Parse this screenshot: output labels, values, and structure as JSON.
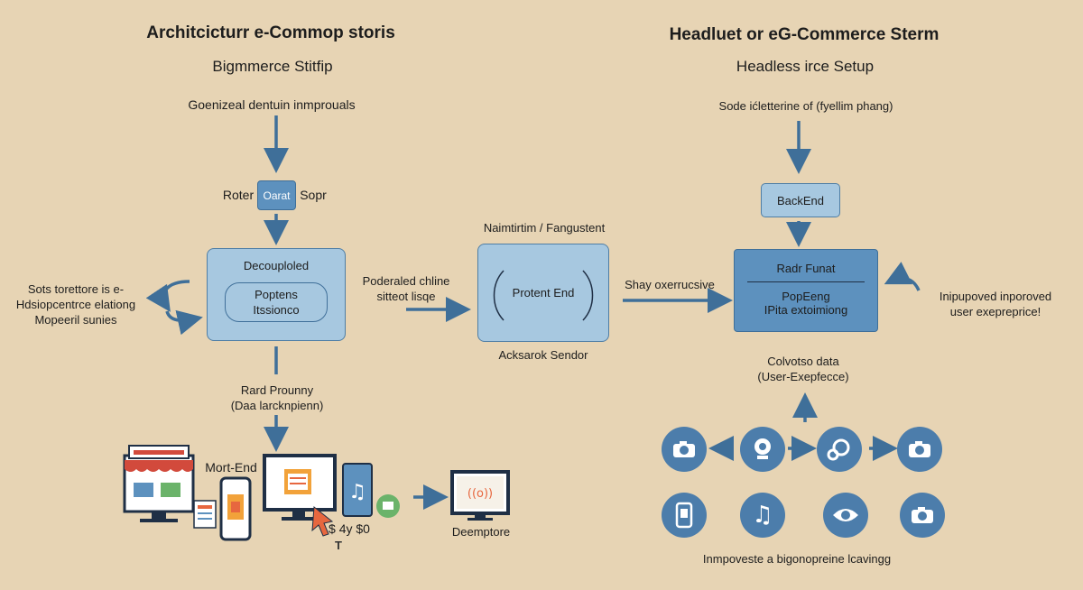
{
  "left": {
    "title": "Architcicturr e-Commop storis",
    "subtitle": "Bigmmerce Stitfip",
    "top_label": "Goenizeal dentuin inmprouals",
    "roter": "Roter",
    "oarat": "Oarat",
    "sopr": "Sopr",
    "decoupled_title": "Decouploled",
    "decoupled_inner": [
      "Poptens",
      "Itssionco"
    ],
    "side_text": [
      "Sots torettore is e-",
      "Hdsiopcentrce elationg",
      "Mopeeril sunies"
    ],
    "rard_label": [
      "Rard Prounny",
      "(Daa larcknpienn)"
    ],
    "mort_end": "Mort-End",
    "price": "$ 4y $0",
    "cursor_mark": "T",
    "desk": "Deemptore"
  },
  "middle": {
    "top_label": "Naimtirtim / Fangustent",
    "side_text": [
      "Poderaled chline",
      "sitteot lisqe"
    ],
    "frontend": "Protent End",
    "bottom_label": "Acksarok Sendor",
    "shay": "Shay oxerrucsive"
  },
  "right": {
    "title": "Headluet or eG-Commerce Sterm",
    "subtitle": "Headless irce Setup",
    "top_label": "Sode ićletterine of (fyellim phang)",
    "backend": "BackEnd",
    "box_title": "Radr Funat",
    "box_lines": [
      "PopEeng",
      "IPita extoimiong"
    ],
    "side_text": [
      "Inipupoved inporoved",
      "user exepreprice!"
    ],
    "colvotso": [
      "Colvotso data",
      "(User-Exepfecce)"
    ],
    "bottom": "Inmpoveste a bigonopreine lcavingg"
  },
  "colors": {
    "background": "#e7d4b4",
    "arrow": "#3f6f99",
    "box_light": "#a7c8e0",
    "box_dark": "#5d91be",
    "icon": "#4c7dab"
  },
  "icons": [
    "camera-icon",
    "webcam-icon",
    "camera-lens-icon",
    "camera-icon",
    "phone-icon",
    "music-note-icon",
    "eye-icon",
    "camera-icon"
  ]
}
